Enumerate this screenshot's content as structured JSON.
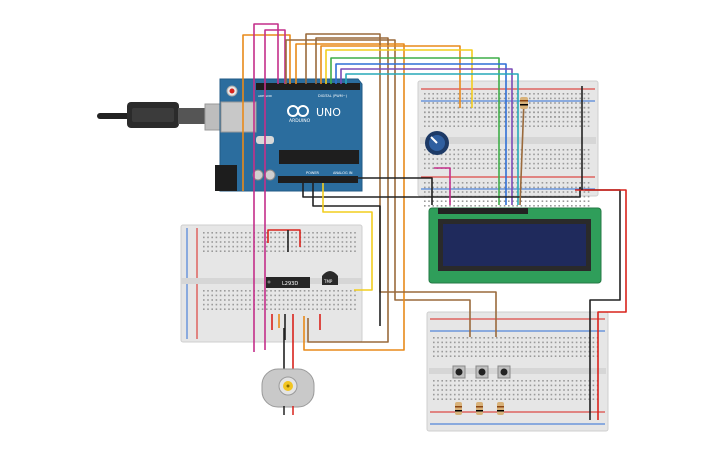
{
  "arduino": {
    "brand": "ARDUINO",
    "model": "UNO",
    "digital_header": "DIGITAL (PWM~)",
    "power_label": "POWER",
    "analog_label": "ANALOG IN",
    "aref_label": "AREF",
    "gnd_label": "GND"
  },
  "motor_driver": {
    "label": "L293D"
  },
  "temp_sensor": {
    "label": "TMP"
  },
  "lcd": {
    "pin_count": 16
  },
  "push_buttons": {
    "count": 3
  },
  "colors": {
    "arduino_blue": "#2b6d9e",
    "breadboard": "#e6e6e6",
    "lcd_board": "#2f9e5a",
    "lcd_screen": "#1f2a5c",
    "wire_red": "#d9231c",
    "wire_black": "#222222",
    "wire_orange": "#e88a1a",
    "wire_yellow": "#f2cd1f",
    "wire_brown": "#9a6a3c",
    "wire_magenta": "#c42f8a",
    "wire_green": "#3fae49",
    "wire_blue": "#2f6fd6",
    "wire_purple": "#7a4bb7",
    "wire_cyan": "#27a9b9"
  }
}
